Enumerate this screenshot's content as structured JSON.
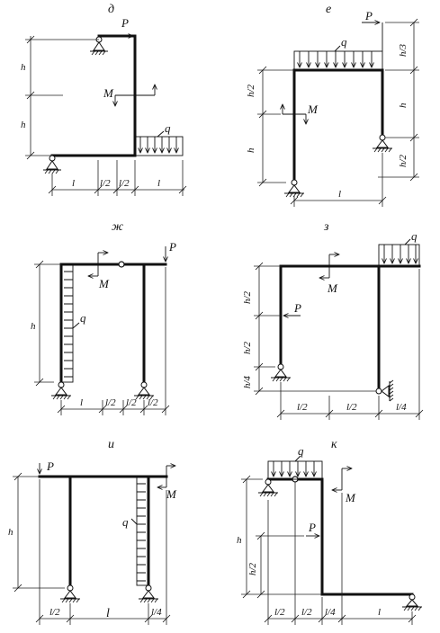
{
  "panels": [
    {
      "id": "d",
      "title": "д",
      "labels": {
        "P": "P",
        "M": "M",
        "q": "q"
      },
      "dims": {
        "h1": "h",
        "h2": "h",
        "b1": "l",
        "b2": "l/2",
        "b3": "l/2",
        "b4": "l"
      }
    },
    {
      "id": "e",
      "title": "е",
      "labels": {
        "P": "P",
        "M": "M",
        "q": "q"
      },
      "dims": {
        "r1": "h/3",
        "r2": "h",
        "r3": "h/2",
        "l1": "h/2",
        "l2": "h",
        "b1": "l"
      }
    },
    {
      "id": "zh",
      "title": "ж",
      "labels": {
        "P": "P",
        "M": "M",
        "q": "q"
      },
      "dims": {
        "h1": "h",
        "b1": "l",
        "b2": "l/2",
        "b3": "l/2",
        "b4": "l/2"
      }
    },
    {
      "id": "z",
      "title": "з",
      "labels": {
        "P": "P",
        "M": "M",
        "q": "q"
      },
      "dims": {
        "h1": "h/2",
        "h2": "h/2",
        "h3": "h/4",
        "b1": "l/2",
        "b2": "l/2",
        "b3": "l/4"
      }
    },
    {
      "id": "i",
      "title": "и",
      "labels": {
        "P": "P",
        "M": "M",
        "q": "q"
      },
      "dims": {
        "h1": "h",
        "b1": "l/2",
        "b2": "l",
        "b3": "l/4"
      }
    },
    {
      "id": "k",
      "title": "к",
      "labels": {
        "P": "P",
        "M": "M",
        "q": "q"
      },
      "dims": {
        "h1": "h",
        "h2": "h/2",
        "b1": "l/2",
        "b2": "l/2",
        "b3": "l/4",
        "b4": "l"
      }
    }
  ]
}
